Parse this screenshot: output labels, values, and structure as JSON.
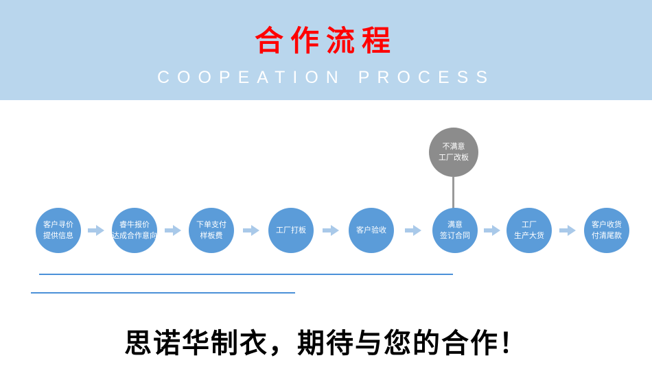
{
  "banner": {
    "title": "合作流程",
    "subtitle": "COOPEATION PROCESS",
    "bg_color": "#b9d6ed",
    "title_color": "#ff0000"
  },
  "flow": {
    "circle_color": "#5b9cd9",
    "alt_circle_color": "#8c8c8c",
    "steps": [
      {
        "lines": [
          "客户寻价",
          "提供信息"
        ]
      },
      {
        "lines": [
          "睿牛报价",
          "达成合作意向"
        ]
      },
      {
        "lines": [
          "下单支付",
          "样板费"
        ]
      },
      {
        "lines": [
          "工厂打板"
        ]
      },
      {
        "lines": [
          "客户验收"
        ]
      },
      {
        "lines": [
          "满意",
          "签订合同"
        ]
      },
      {
        "lines": [
          "工厂",
          "生产大货"
        ]
      },
      {
        "lines": [
          "客户收货",
          "付清尾款"
        ]
      }
    ],
    "alt_step": {
      "lines": [
        "不满意",
        "工厂改板"
      ]
    }
  },
  "footer": {
    "slogan": "思诺华制衣，期待与您的合作！"
  }
}
